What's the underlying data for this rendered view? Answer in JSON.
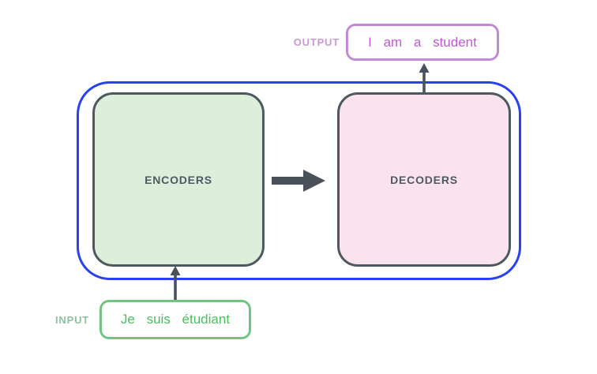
{
  "diagram": {
    "output_label": "OUTPUT",
    "output_text": "I am a student",
    "input_label": "INPUT",
    "input_text": "Je suis étudiant",
    "encoders_label": "ENCODERS",
    "decoders_label": "DECODERS",
    "colors": {
      "container_border": "#2941f0",
      "block_border": "#4e5860",
      "block_label_text": "#4e5a63",
      "encoders_fill": "#ddefdb",
      "decoders_fill": "#fbe3ee",
      "arrow": "#49525a",
      "output_box_border": "#c18bd3",
      "output_text": "#c159d8",
      "output_label_text": "#c79ad2",
      "input_box_border": "#70c580",
      "input_text": "#4cbe60",
      "input_label_text": "#8fc2a0"
    }
  }
}
